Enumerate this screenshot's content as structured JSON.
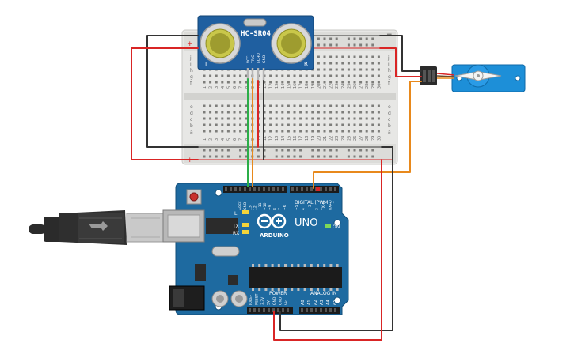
{
  "sensor": {
    "model": "HC-SR04",
    "pin_labels": [
      "VCC",
      "TRIG",
      "ECHO",
      "GND"
    ],
    "corner_left": "T",
    "corner_right": "R"
  },
  "breadboard": {
    "row_letters_top": [
      "j",
      "i",
      "h",
      "g",
      "f"
    ],
    "row_letters_bottom": [
      "e",
      "d",
      "c",
      "b",
      "a"
    ],
    "column_numbers": [
      "1",
      "2",
      "3",
      "4",
      "5",
      "6",
      "7",
      "8",
      "9",
      "10",
      "11",
      "12",
      "13",
      "14",
      "15",
      "16",
      "17",
      "18",
      "19",
      "20",
      "21",
      "22",
      "23",
      "24",
      "25",
      "26",
      "27",
      "28",
      "29",
      "30"
    ],
    "rail_plus": "+",
    "rail_minus": "−"
  },
  "arduino": {
    "brand": "ARDUINO",
    "model": "UNO",
    "digital_label": "DIGITAL (PWM~)",
    "power_label": "POWER",
    "analog_label": "ANALOG IN",
    "on_label": "ON",
    "l_label": "L",
    "tx_label": "TX",
    "rx_label": "RX",
    "top_header_labels": [
      "AREF",
      "GND",
      "13",
      "12",
      "~11",
      "~10",
      "~9",
      "8",
      "7",
      "~6",
      "~5",
      "4",
      "~3",
      "2",
      "TX→1",
      "RX←0"
    ],
    "power_header_labels": [
      "IOREF",
      "RESET",
      "3.3V",
      "5V",
      "GND",
      "GND",
      "Vin"
    ],
    "analog_header_labels": [
      "A0",
      "A1",
      "A2",
      "A3",
      "A4",
      "A5"
    ]
  },
  "colors": {
    "board_blue": "#1e6aa0",
    "wire_red": "#d92525",
    "wire_black": "#333333",
    "wire_orange": "#e8891c",
    "wire_green": "#2bae48",
    "servo_blue": "#1d8fd8"
  }
}
